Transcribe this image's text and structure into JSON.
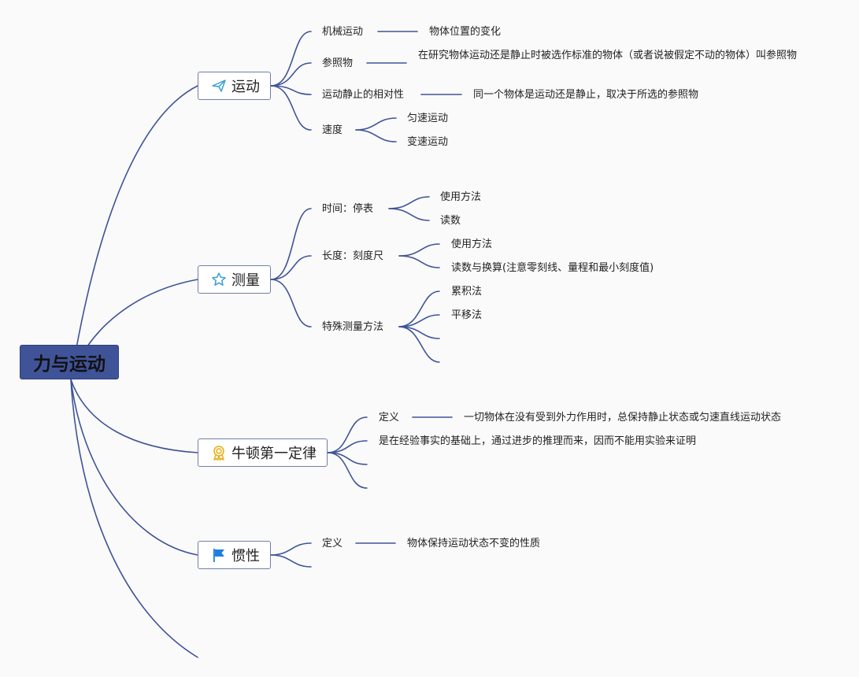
{
  "root": {
    "label": "力与运动"
  },
  "branches": [
    {
      "label": "运动",
      "icon": "paper-plane-icon",
      "items": [
        {
          "label": "机械运动",
          "detail": "物体位置的变化"
        },
        {
          "label": "参照物",
          "detail": "在研究物体运动还是静止时被选作标准的物体（或者说被假定不动的物体）叫参照物"
        },
        {
          "label": "运动静止的相对性",
          "detail": "同一个物体是运动还是静止，取决于所选的参照物"
        },
        {
          "label": "速度",
          "children": [
            "匀速运动",
            "变速运动"
          ]
        }
      ]
    },
    {
      "label": "测量",
      "icon": "star-icon",
      "items": [
        {
          "label": "时间：停表",
          "children": [
            "使用方法",
            "读数"
          ]
        },
        {
          "label": "长度：刻度尺",
          "children": [
            "使用方法",
            "读数与换算(注意零刻线、量程和最小刻度值)"
          ]
        },
        {
          "label": "特殊测量方法",
          "children": [
            "累积法",
            "平移法",
            "",
            ""
          ]
        }
      ]
    },
    {
      "label": "牛顿第一定律",
      "icon": "award-ribbon-icon",
      "items": [
        {
          "label": "定义",
          "detail": "一切物体在没有受到外力作用时，总保持静止状态或匀速直线运动状态"
        },
        {
          "label": "是在经验事实的基础上，通过进步的推理而来，因而不能用实验来证明"
        },
        {
          "label": ""
        },
        {
          "label": ""
        }
      ]
    },
    {
      "label": "惯性",
      "icon": "flag-icon",
      "items": [
        {
          "label": "定义",
          "detail": "物体保持运动状态不变的性质"
        },
        {
          "label": ""
        }
      ]
    }
  ],
  "colors": {
    "link": "#3f5398",
    "root_fill": "#3f5398",
    "icon_blue": "#3aa0d8",
    "icon_gold": "#e8b21c",
    "flag_blue": "#1e7fe0"
  }
}
